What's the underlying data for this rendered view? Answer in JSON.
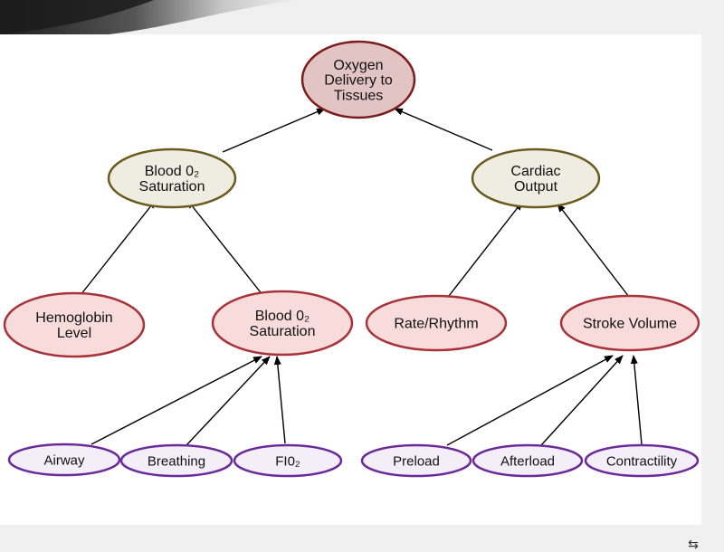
{
  "diagram": {
    "title": "",
    "nodes": [
      {
        "id": "oxygen_delivery",
        "lines": [
          "Oxygen",
          "Delivery to",
          "Tissues"
        ],
        "level": "top"
      },
      {
        "id": "blood_o2_saturation_upper",
        "lines": [
          "Blood 0₂",
          "Saturation"
        ],
        "level": "middle"
      },
      {
        "id": "cardiac_output",
        "lines": [
          "Cardiac",
          "Output"
        ],
        "level": "middle"
      },
      {
        "id": "hemoglobin_level",
        "lines": [
          "Hemoglobin",
          "Level"
        ],
        "level": "factor"
      },
      {
        "id": "blood_o2_saturation_lower",
        "lines": [
          "Blood 0₂",
          "Saturation"
        ],
        "level": "factor"
      },
      {
        "id": "rate_rhythm",
        "lines": [
          "Rate/Rhythm"
        ],
        "level": "factor"
      },
      {
        "id": "stroke_volume",
        "lines": [
          "Stroke Volume"
        ],
        "level": "factor"
      },
      {
        "id": "airway",
        "lines": [
          "Airway"
        ],
        "level": "leaf"
      },
      {
        "id": "breathing",
        "lines": [
          "Breathing"
        ],
        "level": "leaf"
      },
      {
        "id": "fio2",
        "lines": [
          "FI0₂"
        ],
        "level": "leaf"
      },
      {
        "id": "preload",
        "lines": [
          "Preload"
        ],
        "level": "leaf"
      },
      {
        "id": "afterload",
        "lines": [
          "Afterload"
        ],
        "level": "leaf"
      },
      {
        "id": "contractility",
        "lines": [
          "Contractility"
        ],
        "level": "leaf"
      }
    ],
    "edges": [
      {
        "from": "blood_o2_saturation_upper",
        "to": "oxygen_delivery"
      },
      {
        "from": "cardiac_output",
        "to": "oxygen_delivery"
      },
      {
        "from": "hemoglobin_level",
        "to": "blood_o2_saturation_upper"
      },
      {
        "from": "blood_o2_saturation_lower",
        "to": "blood_o2_saturation_upper"
      },
      {
        "from": "rate_rhythm",
        "to": "cardiac_output"
      },
      {
        "from": "stroke_volume",
        "to": "cardiac_output"
      },
      {
        "from": "airway",
        "to": "blood_o2_saturation_lower"
      },
      {
        "from": "breathing",
        "to": "blood_o2_saturation_lower"
      },
      {
        "from": "fio2",
        "to": "blood_o2_saturation_lower"
      },
      {
        "from": "preload",
        "to": "stroke_volume"
      },
      {
        "from": "afterload",
        "to": "stroke_volume"
      },
      {
        "from": "contractility",
        "to": "stroke_volume"
      }
    ],
    "styles": {
      "top": {
        "fill": "#e3c4c4",
        "stroke": "#7a1c1c"
      },
      "middle": {
        "fill": "#efece2",
        "stroke": "#6b5a1e"
      },
      "factor": {
        "fill": "#f8dcdc",
        "stroke": "#a8323a"
      },
      "leaf": {
        "fill": "#f4eef8",
        "stroke": "#6a2a9a"
      },
      "arrow": "#000000"
    }
  },
  "footer": {
    "corner_icon": "switch-window-icon"
  }
}
